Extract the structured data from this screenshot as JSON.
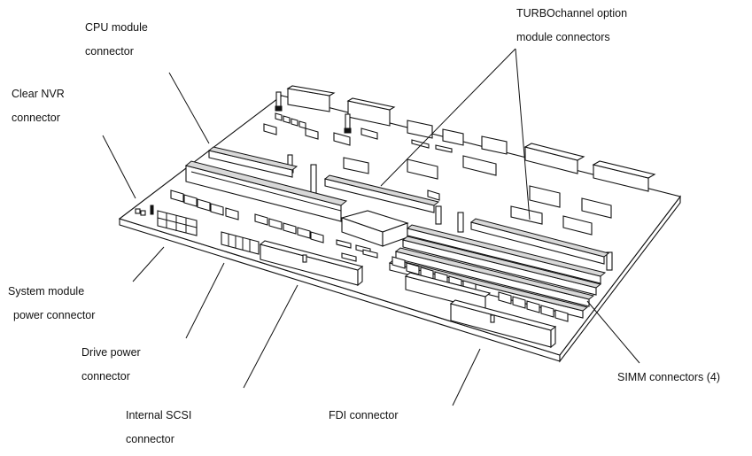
{
  "labels": {
    "cpu": [
      "CPU module",
      "connector"
    ],
    "turbo": [
      "TURBOchannel option",
      "module connectors"
    ],
    "nvr": [
      "Clear NVR",
      "connector"
    ],
    "sysPower": [
      "System module",
      "power connector"
    ],
    "drivePower": [
      "Drive power",
      "connector"
    ],
    "scsi": [
      "Internal SCSI",
      "connector"
    ],
    "fdi": [
      "FDI connector"
    ],
    "simm": [
      "SIMM connectors (4)"
    ]
  }
}
